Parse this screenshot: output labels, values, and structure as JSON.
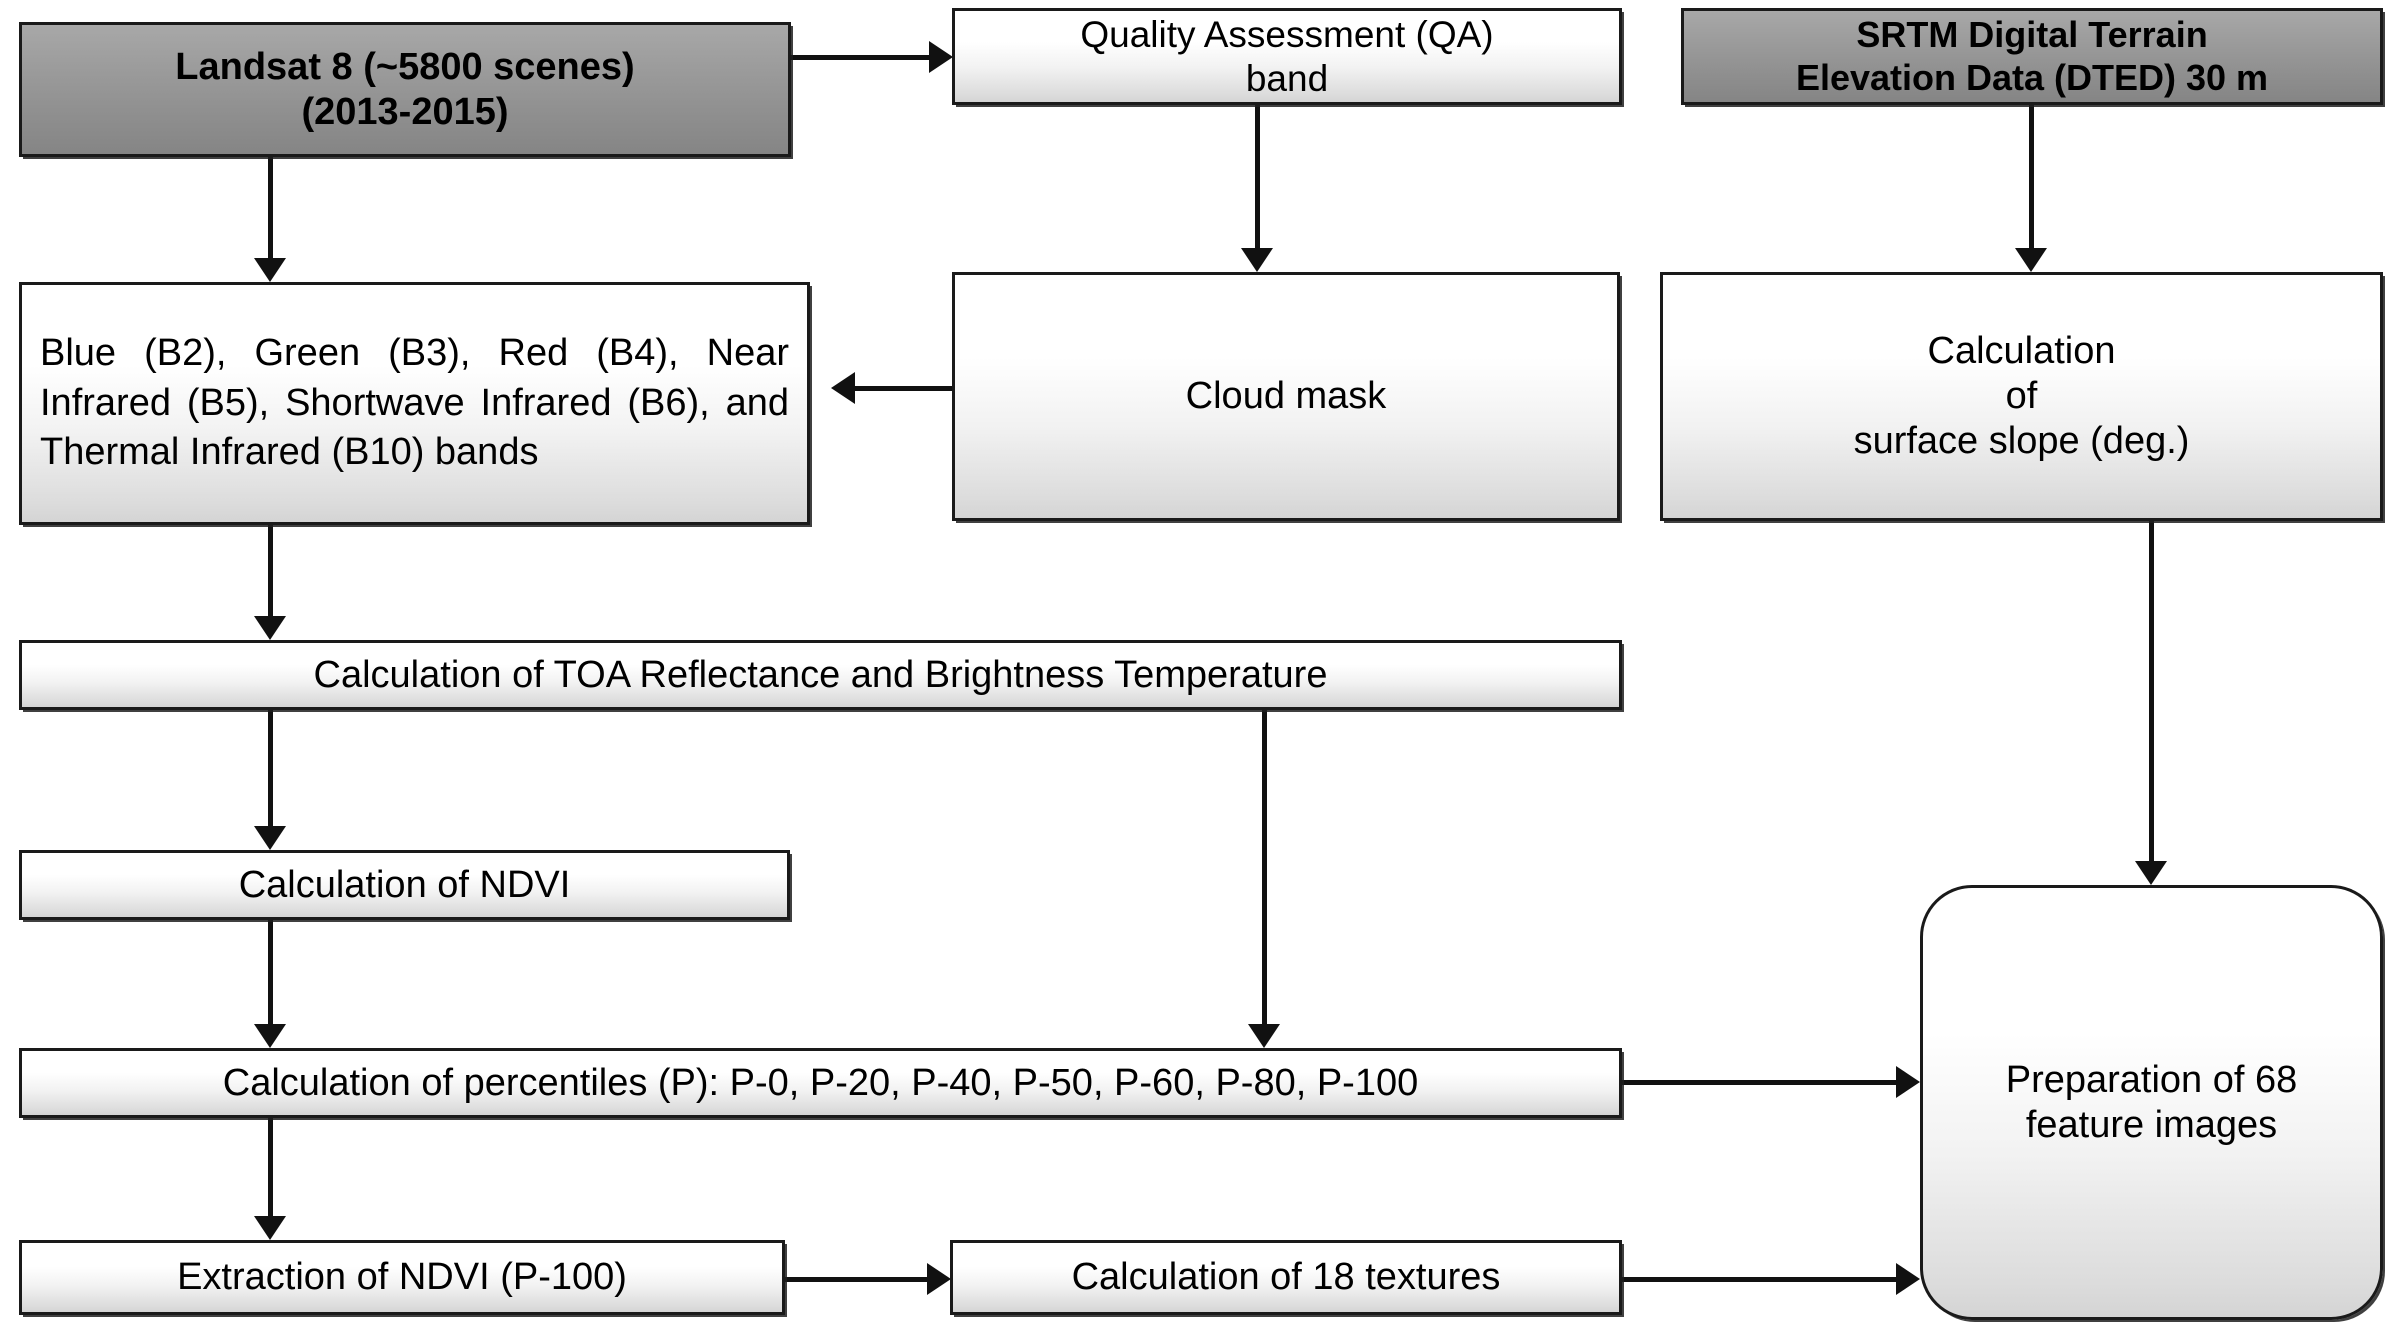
{
  "diagram": {
    "title_visible": false,
    "colors": {
      "source_box_fill_top": "#a8a8a8",
      "source_box_fill_bottom": "#858585",
      "process_box_fill_top": "#ffffff",
      "process_box_fill_bottom": "#d4d4d4",
      "border": "#1a1a1a",
      "connector": "#111111",
      "text": "#000000",
      "background": "#ffffff"
    },
    "nodes": {
      "landsat": {
        "line1": "Landsat 8 (~5800 scenes)",
        "line2": "(2013-2015)",
        "style": "source"
      },
      "qa_band": {
        "line1": "Quality Assessment (QA)",
        "line2": "band",
        "style": "process"
      },
      "srtm": {
        "line1": "SRTM Digital Terrain",
        "line2": "Elevation Data (DTED) 30 m",
        "style": "source"
      },
      "bands": {
        "text": "Blue (B2), Green (B3), Red (B4), Near Infrared (B5), Shortwave Infrared (B6), and Thermal Infrared (B10) bands",
        "style": "process"
      },
      "cloud_mask": {
        "text": "Cloud mask",
        "style": "process"
      },
      "slope": {
        "line1": "Calculation",
        "line2": "of",
        "line3": "surface slope (deg.)",
        "style": "process"
      },
      "toa": {
        "text": "Calculation of TOA Reflectance and Brightness Temperature",
        "style": "process"
      },
      "ndvi": {
        "text": "Calculation of NDVI",
        "style": "process"
      },
      "percentiles": {
        "text": "Calculation of percentiles (P): P-0, P-20, P-40, P-50, P-60, P-80, P-100",
        "style": "process"
      },
      "extraction": {
        "text": "Extraction of NDVI (P-100)",
        "style": "process"
      },
      "textures": {
        "text": "Calculation of  18 textures",
        "style": "process"
      },
      "features": {
        "line1": "Preparation of 68",
        "line2": "feature images",
        "style": "process-rounded"
      }
    },
    "edges": [
      {
        "from": "landsat",
        "to": "qa_band",
        "direction": "right"
      },
      {
        "from": "landsat",
        "to": "bands",
        "direction": "down"
      },
      {
        "from": "qa_band",
        "to": "cloud_mask",
        "direction": "down"
      },
      {
        "from": "cloud_mask",
        "to": "bands",
        "direction": "left"
      },
      {
        "from": "srtm",
        "to": "slope",
        "direction": "down"
      },
      {
        "from": "slope",
        "to": "features",
        "direction": "down"
      },
      {
        "from": "bands",
        "to": "toa",
        "direction": "down"
      },
      {
        "from": "toa",
        "to": "ndvi",
        "direction": "down"
      },
      {
        "from": "toa",
        "to": "percentiles",
        "direction": "down"
      },
      {
        "from": "ndvi",
        "to": "percentiles",
        "direction": "down"
      },
      {
        "from": "percentiles",
        "to": "extraction",
        "direction": "down"
      },
      {
        "from": "percentiles",
        "to": "features",
        "direction": "right"
      },
      {
        "from": "extraction",
        "to": "textures",
        "direction": "right"
      },
      {
        "from": "textures",
        "to": "features",
        "direction": "right"
      }
    ]
  }
}
